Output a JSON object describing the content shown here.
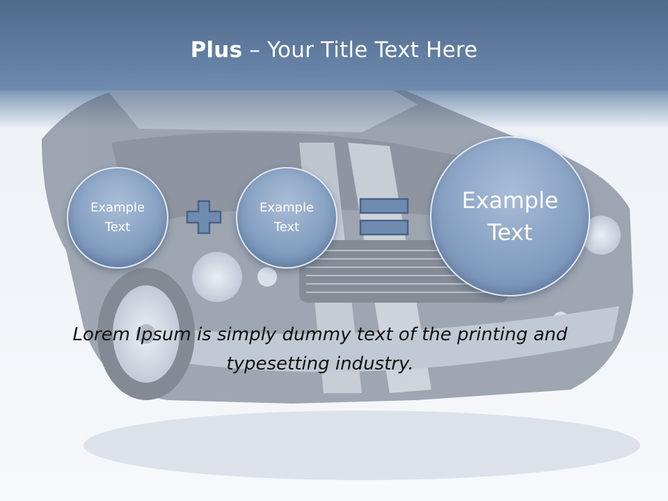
{
  "slide": {
    "title_bold": "Plus",
    "title_rest": " – Your Title Text Here",
    "circles": [
      {
        "label": "Example\nText"
      },
      {
        "label": "Example\nText"
      },
      {
        "label": "Example\nText"
      }
    ],
    "operators": [
      "plus-icon",
      "equals-icon"
    ],
    "body": "Lorem Ipsum is simply dummy text of the printing and typesetting industry.",
    "colors": {
      "header": "#5b7699",
      "circle": "#86a0c2",
      "operator": "#6f8bb0",
      "text": "#111111"
    }
  }
}
